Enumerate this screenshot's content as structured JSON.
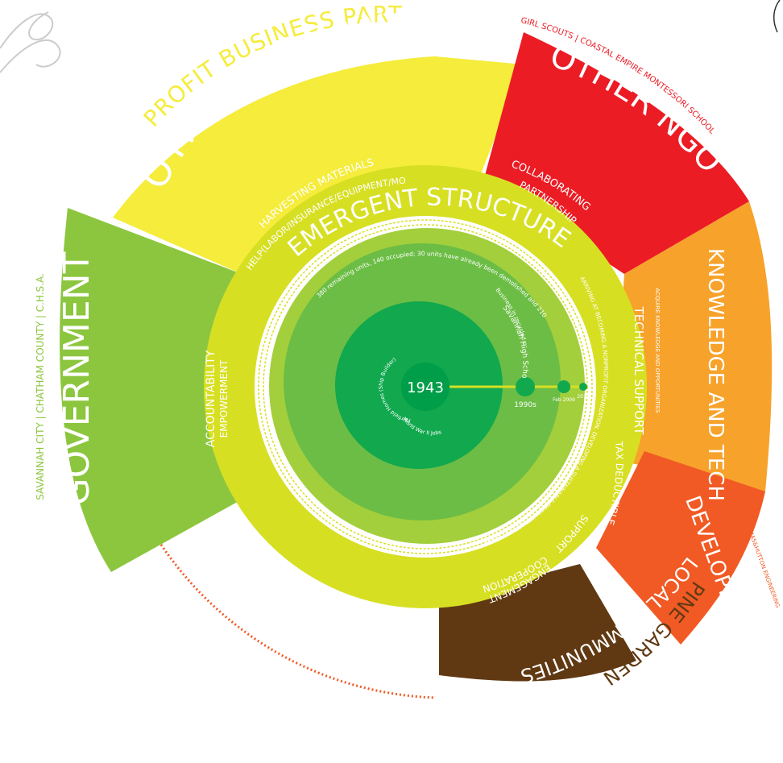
{
  "colors": {
    "government": "#8cc63f",
    "government_label": "#8cc63f",
    "other_org": "#f5ec3b",
    "other_org_label": "#f5ec3b",
    "other_ngos": "#ec1c24",
    "other_ngos_label": "#ec1c24",
    "knowledge": "#f7a22b",
    "knowledge_label": "#f7a22b",
    "developers": "#f15a24",
    "developers_label": "#f15a24",
    "local": "#603913",
    "local_label": "#603913",
    "emergent_ring": "#d7df23",
    "inner_light": "#a3cf3d",
    "inner_mid": "#6cbd45",
    "inner_core": "#11a84e",
    "dotted_arc": "#f15a24"
  },
  "sectors": {
    "government": {
      "title": "GOVERNMENT",
      "subtitle": "SAVANNAH CITY  |  CHATHAM COUNTY  |  C.H.S.A."
    },
    "other_organizations": {
      "title": "OTHER ORGANIZATIONS",
      "subtitle": "PROFIT BUSINESS PARTNERS"
    },
    "other_ngos": {
      "title": "OTHER NGOS",
      "subtitle": "GIRL SCOUTS  |  COASTAL EMPIRE MONTESSORI SCHOOL"
    },
    "knowledge_and_tech": {
      "title": "KNOWLEDGE AND TECH",
      "subtitle": "RE COSTRUCTION  |  SCAD  |  SAVANNAH TECH  |  STRUCTURE GREEN  |  GOTECH"
    },
    "developers": {
      "title": "DEVELOPERS",
      "subtitle": "THOMAS&HUTTON ENGINEERING"
    },
    "local_communities": {
      "title": "LOCAL COMMUNITIES",
      "subtitle": "PINE GARDEN"
    }
  },
  "emergent": {
    "title": "EMERGENT STRUCTURES",
    "harvesting": "HARVESTING MATERIALS",
    "help": "HELP(LABOR/INSURANCE/EQUIPMENT/MONEY/)",
    "collaborating": "COLLABORATING",
    "partnership": "PARTNERSHIP",
    "technical_support": "TECHNICAL SUPPORT",
    "acquire": "ACQUIRE KNOWLEDGE AND OPPORTUNITIES",
    "tax_deductible": "TAX DEDUCTIBLE",
    "support": "SUPPORT",
    "cooperation": "COOPERATION",
    "engagement": "ENGAGEMENT",
    "accountability": "ACCOUNTABILITY",
    "empowerment": "EMPOWERMENT"
  },
  "inner": {
    "units_text": "380 remaining units, 140 occupied; 30 units have already been demolished and 210 are vacant",
    "nonprofit_text": "ARRIVING AT BECOMING A NONPROFIT ORGANIZATION, DEVELOPING A SUSTAINABLE DECONSTRUCTION MODEL",
    "business_text": "Business in recycled construction materials",
    "highschool": "Savannah High School",
    "fairfield": "Fairfield Homes (Ship Builder)",
    "wwii": "World War II Jobs"
  },
  "timeline": {
    "center_year": "1943",
    "points": [
      {
        "label": "1990s"
      },
      {
        "label": "Feb 2009"
      },
      {
        "label": "2010"
      }
    ]
  }
}
